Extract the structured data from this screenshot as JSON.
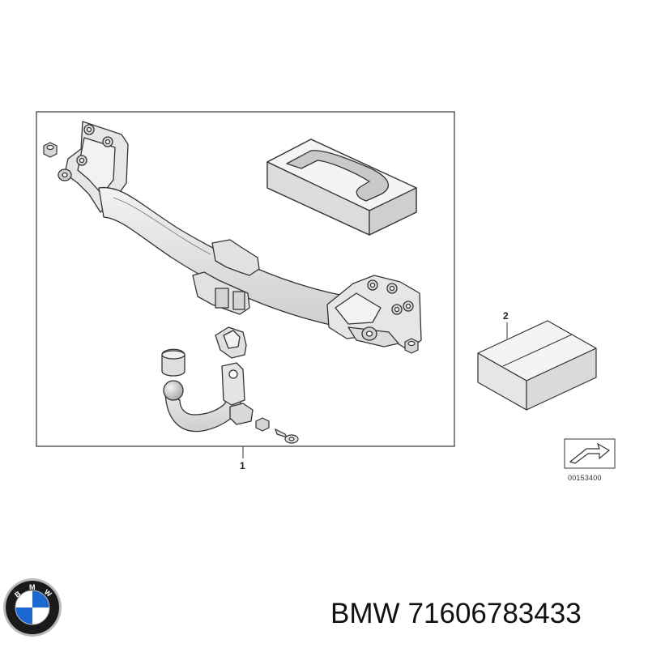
{
  "diagram": {
    "callouts": {
      "part1": "1",
      "part2": "2"
    },
    "reference_code": "00153400"
  },
  "caption": {
    "brand": "BMW",
    "part_number": "71606783433"
  },
  "logo": {
    "lettering": "BMW",
    "colors": {
      "blue": "#1c69d4",
      "white": "#ffffff",
      "black": "#1a1a1a",
      "silver": "#b8b8b8"
    }
  },
  "line_color": "#333333",
  "fill_color": "#e4e4e4"
}
